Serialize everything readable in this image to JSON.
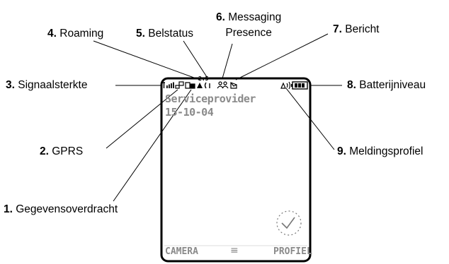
{
  "callouts": [
    {
      "num": "1.",
      "label": "Gegevensoverdracht"
    },
    {
      "num": "2.",
      "label": "GPRS"
    },
    {
      "num": "3.",
      "label": "Signaalsterkte"
    },
    {
      "num": "4.",
      "label": "Roaming"
    },
    {
      "num": "5.",
      "label": "Belstatus"
    },
    {
      "num": "6.",
      "label": "Messaging",
      "label2": "Presence"
    },
    {
      "num": "7.",
      "label": "Bericht"
    },
    {
      "num": "8.",
      "label": "Batterijniveau"
    },
    {
      "num": "9.",
      "label": "Meldingsprofiel"
    }
  ],
  "phone_screen": {
    "provider": "Serviceprovider",
    "date": "15-10-04",
    "softkey_left": "CAMERA",
    "softkey_right": "PROFIEL",
    "menu_symbol": "≡",
    "roaming_tag": "2.5"
  },
  "icons": [
    "signal-strength-icon",
    "gprs-icon",
    "data-transfer-icon",
    "roaming-icon",
    "call-status-icon",
    "messaging-presence-icon",
    "message-icon",
    "ring-style-icon",
    "battery-icon",
    "clock-icon",
    "menu-icon"
  ]
}
